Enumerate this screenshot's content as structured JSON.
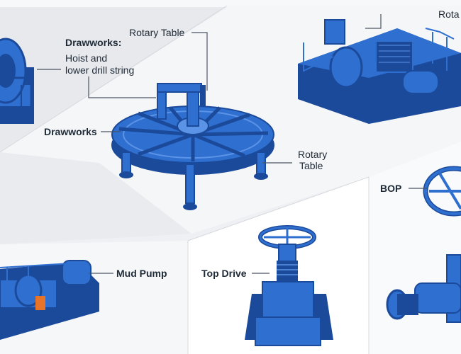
{
  "labels": {
    "rotary_table_top_right": "Rota",
    "drawworks_heading": "Drawworks:",
    "drawworks_description_line1": "Hoist and",
    "drawworks_description_line2": "lower drill string",
    "rotary_table_top": "Rotary Table",
    "drawworks_left": "Drawworks",
    "rotary_table_right_line1": "Rotary",
    "rotary_table_right_line2": "Table",
    "bop": "BOP",
    "mud_pump": "Mud Pump",
    "top_drive": "Top Drive"
  },
  "colors": {
    "equipment_blue": "#2f6fd0",
    "equipment_dark_blue": "#1b4a9a",
    "equipment_light_blue": "#5b93e6",
    "accent_orange": "#e8742a",
    "leader_line": "#4b5563",
    "panel_light": "#ffffff",
    "panel_grey": "#e6e8ec"
  }
}
